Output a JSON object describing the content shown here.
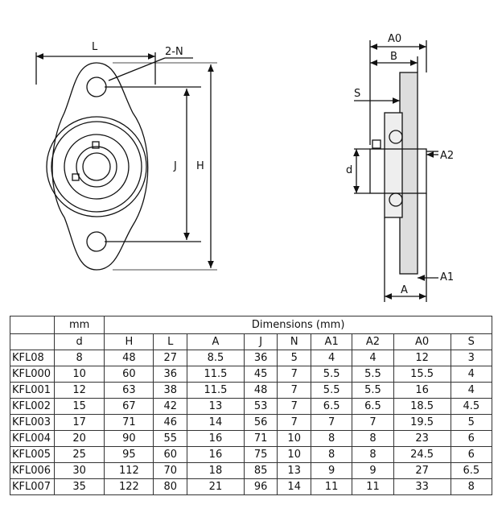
{
  "drawing": {
    "front_labels": {
      "L": "L",
      "holes": "2-N",
      "J": "J",
      "H": "H"
    },
    "side_labels": {
      "A0": "A0",
      "B": "B",
      "S": "S",
      "A2": "A2",
      "d": "d",
      "A1": "A1",
      "A": "A"
    }
  },
  "table": {
    "unit_header": "mm",
    "dimensions_header": "Dimensions (mm)",
    "columns": [
      "d",
      "H",
      "L",
      "A",
      "J",
      "N",
      "A1",
      "A2",
      "A0",
      "S"
    ],
    "rows": [
      {
        "model": "KFL08",
        "values": [
          "8",
          "48",
          "27",
          "8.5",
          "36",
          "5",
          "4",
          "4",
          "12",
          "3"
        ]
      },
      {
        "model": "KFL000",
        "values": [
          "10",
          "60",
          "36",
          "11.5",
          "45",
          "7",
          "5.5",
          "5.5",
          "15.5",
          "4"
        ]
      },
      {
        "model": "KFL001",
        "values": [
          "12",
          "63",
          "38",
          "11.5",
          "48",
          "7",
          "5.5",
          "5.5",
          "16",
          "4"
        ]
      },
      {
        "model": "KFL002",
        "values": [
          "15",
          "67",
          "42",
          "13",
          "53",
          "7",
          "6.5",
          "6.5",
          "18.5",
          "4.5"
        ]
      },
      {
        "model": "KFL003",
        "values": [
          "17",
          "71",
          "46",
          "14",
          "56",
          "7",
          "7",
          "7",
          "19.5",
          "5"
        ]
      },
      {
        "model": "KFL004",
        "values": [
          "20",
          "90",
          "55",
          "16",
          "71",
          "10",
          "8",
          "8",
          "23",
          "6"
        ]
      },
      {
        "model": "KFL005",
        "values": [
          "25",
          "95",
          "60",
          "16",
          "75",
          "10",
          "8",
          "8",
          "24.5",
          "6"
        ]
      },
      {
        "model": "KFL006",
        "values": [
          "30",
          "112",
          "70",
          "18",
          "85",
          "13",
          "9",
          "9",
          "27",
          "6.5"
        ]
      },
      {
        "model": "KFL007",
        "values": [
          "35",
          "122",
          "80",
          "21",
          "96",
          "14",
          "11",
          "11",
          "33",
          "8"
        ]
      }
    ]
  }
}
